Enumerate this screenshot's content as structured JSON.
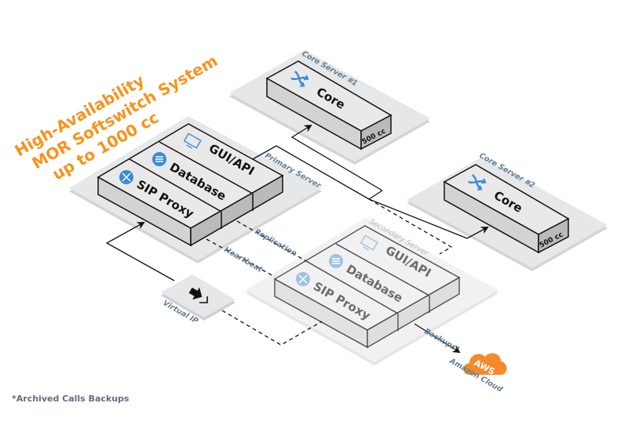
{
  "title": {
    "line1": "High-Availability",
    "line2": "MOR Softswitch System",
    "line3": "up to 1000 cc",
    "color": "#f7931e"
  },
  "core_server_1": {
    "label": "Core Server #1",
    "module": "Core",
    "capacity": "500 cc",
    "icon": "shuffle-icon"
  },
  "core_server_2": {
    "label": "Core Server #2",
    "module": "Core",
    "capacity": "500 cc",
    "icon": "shuffle-icon"
  },
  "primary_server": {
    "label": "Primary Server",
    "modules": [
      {
        "name": "GUI/API",
        "icon": "monitor-icon"
      },
      {
        "name": "Database",
        "icon": "database-icon"
      },
      {
        "name": "SIP Proxy",
        "icon": "move-arrows-icon"
      }
    ]
  },
  "secondary_server": {
    "label": "Secondary Server",
    "modules": [
      {
        "name": "GUI/API",
        "icon": "monitor-icon"
      },
      {
        "name": "Database",
        "icon": "database-icon"
      },
      {
        "name": "SIP Proxy",
        "icon": "move-arrows-icon"
      }
    ]
  },
  "virtual_ip": {
    "label": "Virtual IP",
    "icon": "login-icon"
  },
  "links": {
    "replication": "Replication",
    "heartbeat": "Heartbeat",
    "backups": "Backups*"
  },
  "cloud": {
    "badge": "AWS",
    "label": "Amazon Cloud",
    "color": "#f58a2c"
  },
  "footnote": "*Archived Calls Backups",
  "colors": {
    "icon_blue": "#3a8ad6",
    "label_slate": "#5f7f95"
  }
}
